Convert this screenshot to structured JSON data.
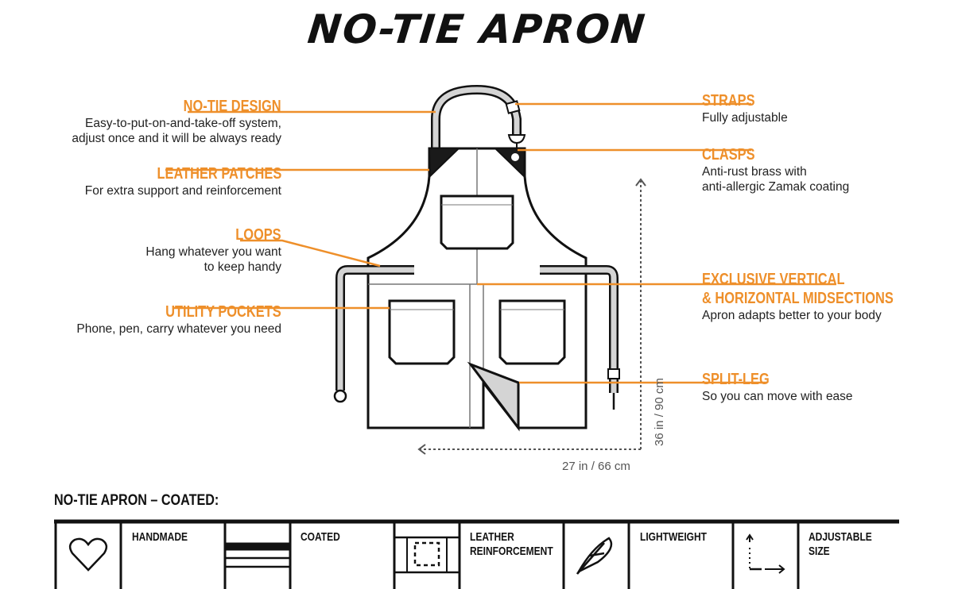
{
  "title": "NO-TIE APRON",
  "colors": {
    "accent": "#ee8f2a",
    "leather": "#1a1a1a",
    "strap": "#d4d4d4"
  },
  "callouts": {
    "no_tie": {
      "label": "NO-TIE DESIGN",
      "desc1": "Easy-to-put-on-and-take-off system,",
      "desc2": "adjust once and it will be always ready"
    },
    "leather": {
      "label": "LEATHER PATCHES",
      "desc1": "For extra support and reinforcement"
    },
    "loops": {
      "label": "LOOPS",
      "desc1": "Hang whatever you want",
      "desc2": "to keep handy"
    },
    "pockets": {
      "label": "UTILITY POCKETS",
      "desc1": "Phone, pen, carry whatever you need"
    },
    "straps": {
      "label": "STRAPS",
      "desc1": "Fully adjustable"
    },
    "clasps": {
      "label": "CLASPS",
      "desc1": "Anti-rust brass with",
      "desc2": "anti-allergic Zamak coating"
    },
    "mid": {
      "label1": "EXCLUSIVE VERTICAL",
      "label2": "& HORIZONTAL MIDSECTIONS",
      "desc1": "Apron adapts better to your body"
    },
    "split": {
      "label": "SPLIT-LEG",
      "desc1": "So you can move with ease"
    }
  },
  "dimensions": {
    "height": "36 in / 90 cm",
    "width": "27 in / 66 cm"
  },
  "features": {
    "heading": "NO-TIE APRON – COATED:",
    "items": [
      {
        "label1": "HANDMADE",
        "label2": "",
        "icon": "heart-icon"
      },
      {
        "label1": "COATED",
        "label2": "",
        "icon": "layers-icon"
      },
      {
        "label1": "LEATHER",
        "label2": "REINFORCEMENT",
        "icon": "patch-icon"
      },
      {
        "label1": "LIGHTWEIGHT",
        "label2": "",
        "icon": "feather-icon"
      },
      {
        "label1": "ADJUSTABLE",
        "label2": "SIZE",
        "icon": "resize-icon"
      }
    ]
  }
}
